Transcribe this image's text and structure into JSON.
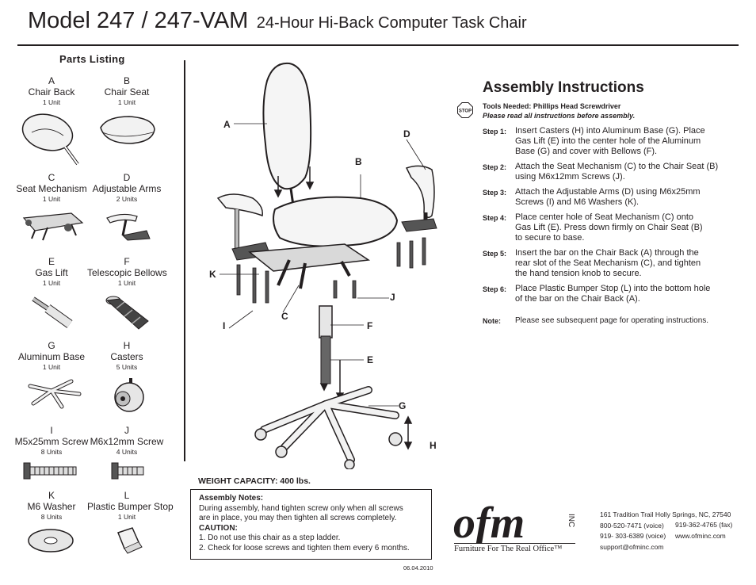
{
  "header": {
    "model": "Model 247 / 247-VAM",
    "subtitle": "24-Hour Hi-Back Computer Task Chair"
  },
  "parts_listing": {
    "title": "Parts Listing",
    "parts": [
      {
        "letter": "A",
        "name": "Chair Back",
        "units": "1 Unit",
        "icon": "chair-back-icon"
      },
      {
        "letter": "B",
        "name": "Chair Seat",
        "units": "1 Unit",
        "icon": "chair-seat-icon"
      },
      {
        "letter": "C",
        "name": "Seat Mechanism",
        "units": "1 Unit",
        "icon": "seat-mechanism-icon"
      },
      {
        "letter": "D",
        "name": "Adjustable Arms",
        "units": "2 Units",
        "icon": "adjustable-arm-icon"
      },
      {
        "letter": "E",
        "name": "Gas Lift",
        "units": "1 Unit",
        "icon": "gas-lift-icon"
      },
      {
        "letter": "F",
        "name": "Telescopic Bellows",
        "units": "1 Unit",
        "icon": "bellows-icon"
      },
      {
        "letter": "G",
        "name": "Aluminum Base",
        "units": "1 Unit",
        "icon": "base-icon"
      },
      {
        "letter": "H",
        "name": "Casters",
        "units": "5 Units",
        "icon": "caster-icon"
      },
      {
        "letter": "I",
        "name": "M5x25mm Screw",
        "units": "8 Units",
        "icon": "long-screw-icon"
      },
      {
        "letter": "J",
        "name": "M6x12mm Screw",
        "units": "4 Units",
        "icon": "short-screw-icon"
      },
      {
        "letter": "K",
        "name": "M6 Washer",
        "units": "8 Units",
        "icon": "washer-icon"
      },
      {
        "letter": "L",
        "name": "Plastic Bumper Stop",
        "units": "1 Unit",
        "icon": "bumper-stop-icon"
      }
    ]
  },
  "diagram_callouts": [
    "A",
    "B",
    "C",
    "D",
    "E",
    "F",
    "G",
    "H",
    "I",
    "J",
    "K"
  ],
  "assembly": {
    "title": "Assembly Instructions",
    "stop_label": "STOP",
    "tools": "Tools Needed: Phillips Head Screwdriver",
    "warning": "Please read all instructions before assembly.",
    "steps": [
      {
        "label": "Step 1:",
        "lines": [
          "Insert Casters (H) into Aluminum Base (G). Place",
          "Gas Lift (E) into the center hole of the Aluminum",
          "Base (G) and cover with Bellows (F)."
        ]
      },
      {
        "label": "Step 2:",
        "lines": [
          "Attach the Seat Mechanism (C) to the Chair Seat (B)",
          "using M6x12mm Screws (J)."
        ]
      },
      {
        "label": "Step 3:",
        "lines": [
          "Attach the Adjustable Arms (D) using M6x25mm",
          "Screws (I) and M6 Washers (K)."
        ]
      },
      {
        "label": "Step 4:",
        "lines": [
          "Place center hole of Seat Mechanism (C) onto",
          "Gas Lift (E). Press down firmly on Chair Seat (B)",
          "to secure to base."
        ]
      },
      {
        "label": "Step 5:",
        "lines": [
          "Insert the bar on the Chair Back (A) through the",
          "rear slot of the Seat Mechanism (C), and tighten",
          "the hand tension knob to secure."
        ]
      },
      {
        "label": "Step 6:",
        "lines": [
          "Place Plastic Bumper Stop (L) into the bottom hole",
          "of the bar on the Chair Back (A)."
        ]
      }
    ],
    "note_label": "Note:",
    "note_text": "Please see subsequent page for operating instructions."
  },
  "weight_capacity": "WEIGHT CAPACITY: 400 lbs.",
  "notes_box": {
    "heading": "Assembly Notes:",
    "lines": [
      "During assembly, hand tighten screw only when all screws",
      "are in place, you may then tighten all screws completely."
    ],
    "caution_heading": "CAUTION:",
    "caution_lines": [
      "1. Do not use this chair as a step ladder.",
      "2. Check for loose screws and tighten them every 6 months."
    ]
  },
  "date": "06.04.2010",
  "company": {
    "logo_text": "ofm",
    "logo_suffix": "INC",
    "tagline": "Furniture For The Real Office™",
    "address": "161 Tradition Trail  Holly Springs, NC, 27540",
    "phone_voice_1": "800-520-7471 (voice)",
    "fax": "919-362-4765 (fax)",
    "phone_voice_2": "919- 303-6389 (voice)",
    "website": "www.ofminc.com",
    "email": "support@ofminc.com"
  }
}
